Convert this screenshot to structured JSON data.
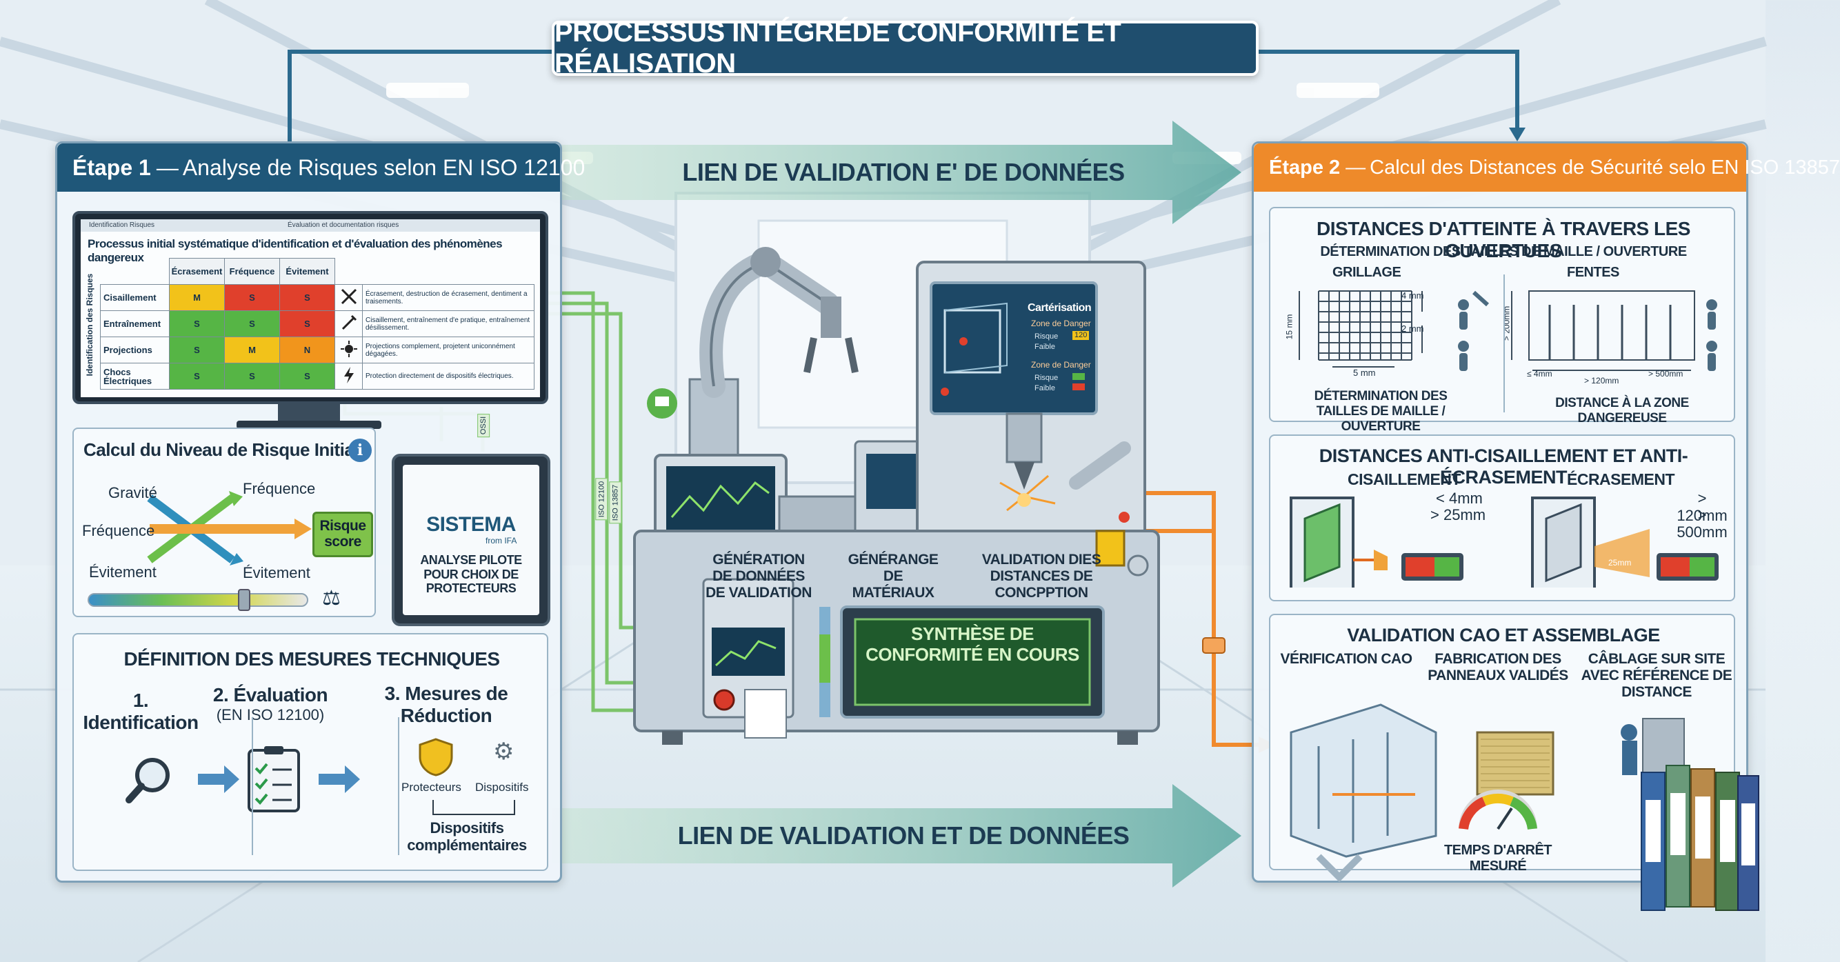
{
  "title": "PROCESSUS INTÉGRÉDE CONFORMITÉ ET RÉALISATION",
  "colors": {
    "step1": "#1f5779",
    "step2": "#ee8a2a",
    "flow_green": "#7cc46a",
    "flow_orange": "#f08a2e"
  },
  "top_link": "LIEN DE VALIDATION E' DE DONNÉES",
  "bottom_link": "LIEN DE VALIDATION ET DE DONNÉES",
  "step1": {
    "num": "Étape 1",
    "sep": " — ",
    "title": "Analyse de Risques selon EN ISO 12100",
    "monitor": {
      "tab1": "Identification Risques",
      "tab2": "Évaluation et documentation risques",
      "heading": "Processus initial systématique d'identification et d'évaluation des phénomènes dangereux",
      "side_label": "Identification des Risques",
      "columns": [
        "Écrasement",
        "Fréquence",
        "Évitement"
      ],
      "rows": [
        {
          "name": "Cisaillement",
          "cells": [
            "M",
            "S",
            "S"
          ],
          "icon": "shear-icon",
          "desc": "Écrasement, destruction de écrasement, dentiment a traisements."
        },
        {
          "name": "Entraînement",
          "cells": [
            "S",
            "S",
            "S"
          ],
          "icon": "tools-icon",
          "desc": "Cisaillement, entraînement d'e pratique, entraînement désilissement."
        },
        {
          "name": "Projections",
          "cells": [
            "S",
            "M",
            "N"
          ],
          "icon": "projection-icon",
          "desc": "Projections complement, projetent uniconnément dégagées."
        },
        {
          "name": "Chocs Électriques",
          "cells": [
            "S",
            "S",
            "S"
          ],
          "icon": "lightning-icon",
          "desc": "Protection directement de dispositifs électriques."
        }
      ]
    },
    "risk_calc": {
      "title": "Calcul du Niveau de Risque Initial",
      "inputs": [
        "Gravité",
        "Fréquence",
        "Évitement"
      ],
      "outputs": [
        "Fréquence",
        "Évitement"
      ],
      "result": "Risque score",
      "level": 0.72
    },
    "sistema": {
      "name": "SISTEMA",
      "by": "from IFA",
      "desc": "ANALYSE PILOTE POUR CHOIX DE PROTECTEURS"
    },
    "measures": {
      "title": "DÉFINITION DES MESURES TECHNIQUES",
      "s1": "1. Identification",
      "s2": "2. Évaluation",
      "s2sub": "(EN ISO 12100)",
      "s3": "3. Mesures de Réduction",
      "prot": "Protecteurs",
      "disp": "Dispositifs",
      "comp": "Dispositifs complémentaires"
    }
  },
  "step2": {
    "num": "Étape 2",
    "sep": " — ",
    "title": "Calcul des Distances de Sécurité selo EN ISO 13857",
    "reach": {
      "title": "DISTANCES D'ATTEINTE À TRAVERS LES OUVERTUES",
      "sub": "DÉTERMINATION DES TAILLES DE MAILLE / OUVERTURE",
      "grid": "GRILLAGE",
      "slots": "FENTES",
      "m4": "4 mm",
      "m2": "2 mm",
      "m5": "5 mm",
      "m15": "15 mm",
      "g200": "> 200mm",
      "l4": "≤ 4mm",
      "g120": "> 120mm",
      "g500": "> 500mm",
      "foot1": "DÉTERMINATION DES TAILLES DE MAILLE / OUVERTURE",
      "foot2": "DISTANCE À LA ZONE DANGEREUSE"
    },
    "shear": {
      "title": "DISTANCES ANTI-CISAILLEMENT ET ANTI-ÉCRASEMENT",
      "c1": "CISAILLEMENT",
      "c1a": "< 4mm",
      "c1b": "> 25mm",
      "c2": "ÉCRASEMENT",
      "c2a": "> 120mm",
      "c2b": "> 500mm",
      "c2c": "25mm"
    },
    "cad": {
      "title": "VALIDATION CAO ET ASSEMBLAGE",
      "v1": "VÉRIFICATION CAO",
      "v2": "FABRICATION DES PANNEAUX VALIDÉS",
      "v3": "CÂBLAGE SUR SITE AVEC RÉFÉRENCE DE DISTANCE",
      "stop": "TEMPS D'ARRÊT MESURÉ"
    }
  },
  "machine": {
    "screen_title": "Cartérisation",
    "zone1": "Zone de Danger",
    "risque": "Risque",
    "faible": "Faible",
    "val1": "120",
    "zone2": "Zone de Danger",
    "risque2": "Risque",
    "faible2": "Faible",
    "label1": "GÉNÉRATION DE DONNÉES DE VALIDATION",
    "label2": "GÉNÉRANGE DE MATÉRIAUX",
    "label3": "VALIDATION DIES DISTANCES DE CONCPPTION",
    "synth": "SYNTHÈSE DE CONFORMITÉ EN COURS",
    "wire1": "ISO 12100",
    "wire2": "ISO 13857",
    "wire3": "OSSI"
  }
}
